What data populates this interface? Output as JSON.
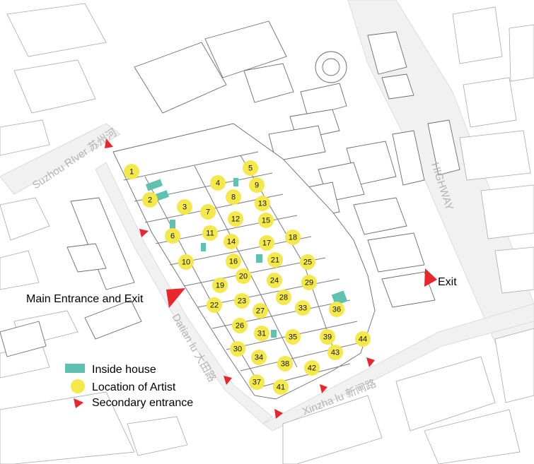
{
  "labels": {
    "river": "Suzhou RIver 苏州河",
    "highway": "HIGHWAY",
    "datian": "Datian lu 大田路",
    "xinzha": "Xinzha lu 新闸路",
    "main_entrance": "Main Entrance and Exit",
    "exit": "Exit"
  },
  "legend": {
    "inside_house": "Inside house",
    "artist": "Location of Artist",
    "secondary": "Secondary entrance"
  },
  "colors": {
    "marker": "#f5e84a",
    "inside_house": "#5fc2b1",
    "entrance": "#e8262c"
  },
  "artists": [
    "1",
    "2",
    "3",
    "4",
    "5",
    "6",
    "7",
    "8",
    "9",
    "10",
    "11",
    "12",
    "13",
    "14",
    "15",
    "16",
    "17",
    "18",
    "19",
    "20",
    "21",
    "22",
    "23",
    "24",
    "25",
    "26",
    "27",
    "28",
    "29",
    "30",
    "31",
    "33",
    "34",
    "35",
    "36",
    "37",
    "38",
    "39",
    "41",
    "42",
    "43",
    "44"
  ]
}
